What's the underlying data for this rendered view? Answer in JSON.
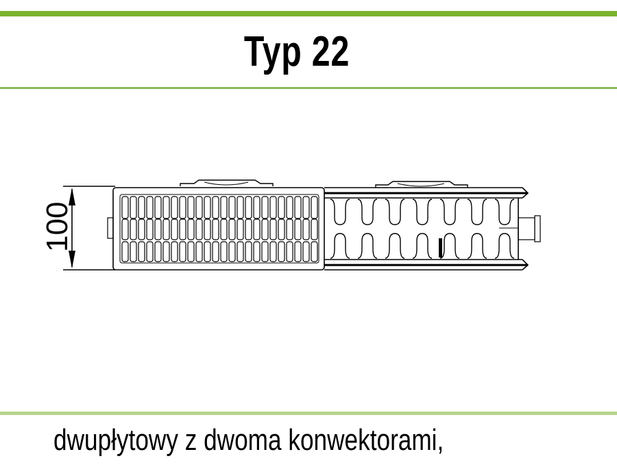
{
  "header": {
    "title": "Typ 22"
  },
  "drawing": {
    "subject": "radiator cross-section, type 22",
    "dimension_label": "100",
    "accent_color": "#7ab32e",
    "line_color": "#000000"
  },
  "footer": {
    "caption": "dwupłytowy z dwoma konwektorami,"
  }
}
